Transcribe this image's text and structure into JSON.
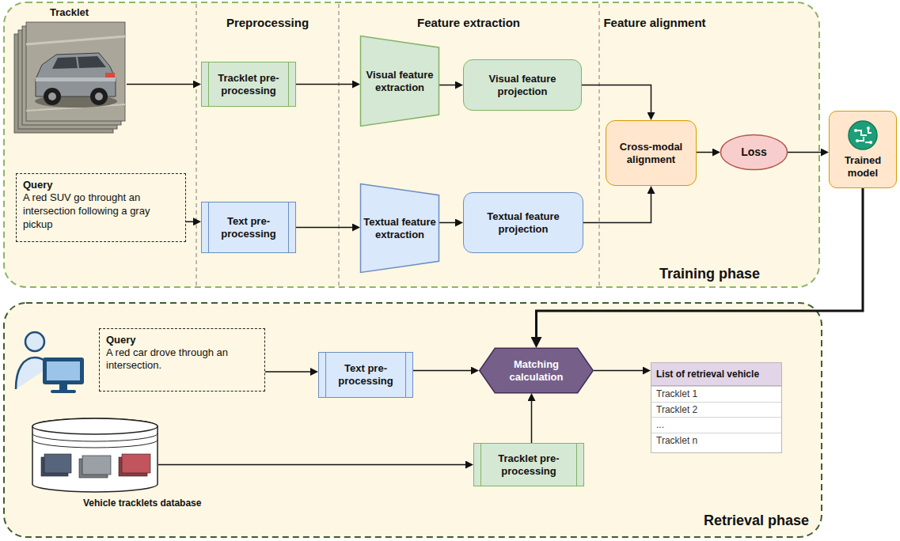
{
  "diagram": {
    "nodes": [
      {
        "text": [
          "Training phase"
        ]
      },
      {
        "text": [
          "Tracklet"
        ],
        "in": 0
      },
      {
        "text": [
          "Tracklet pre-processing"
        ],
        "in": 0
      },
      {
        "text": [
          "Visual feature extraction"
        ],
        "in": 0
      },
      {
        "text": [
          "Visual feature projection"
        ],
        "in": 0
      },
      {
        "text": [
          "Query",
          "A red SUV go throught an intersection following a gray pickup"
        ],
        "in": 0
      },
      {
        "text": [
          "Text pre-processing"
        ],
        "in": 0
      },
      {
        "text": [
          "Textual feature extraction"
        ],
        "in": 0
      },
      {
        "text": [
          "Textual feature projection"
        ],
        "in": 0
      },
      {
        "text": [
          "Cross-modal alignment"
        ],
        "in": 0
      },
      {
        "text": [
          "Loss"
        ],
        "in": 0
      },
      {
        "text": [
          "Trained model"
        ]
      },
      {
        "text": [
          "Retrieval phase"
        ]
      },
      {
        "text": [
          "Query",
          "A red car drove through an intersection."
        ],
        "in": 12
      },
      {
        "text": [
          "Text pre-processing"
        ],
        "in": 12
      },
      {
        "text": [
          "Matching calculation"
        ],
        "in": 12
      },
      {
        "text": [
          "List of retrieval vehicle",
          "Tracklet 1",
          "Tracklet 2",
          "...",
          "Tracklet n"
        ],
        "in": 12
      },
      {
        "text": [
          "Vehicle tracklets database"
        ],
        "in": 12
      },
      {
        "text": [
          "Tracklet pre-processing"
        ],
        "in": 12
      }
    ],
    "edges": [
      {
        "from": 1,
        "to": 2,
        "arrow": "to"
      },
      {
        "from": 2,
        "to": 3,
        "arrow": "to"
      },
      {
        "from": 3,
        "to": 4,
        "arrow": "to"
      },
      {
        "from": 4,
        "to": 9,
        "arrow": "to"
      },
      {
        "from": 5,
        "to": 6,
        "arrow": "to"
      },
      {
        "from": 6,
        "to": 7,
        "arrow": "to"
      },
      {
        "from": 7,
        "to": 8,
        "arrow": "to"
      },
      {
        "from": 8,
        "to": 9,
        "arrow": "to"
      },
      {
        "from": 9,
        "to": 10,
        "arrow": "to"
      },
      {
        "from": 10,
        "to": 11,
        "arrow": "to"
      },
      {
        "from": 11,
        "to": 15,
        "arrow": "to"
      },
      {
        "from": 13,
        "to": 14,
        "arrow": "to"
      },
      {
        "from": 14,
        "to": 15,
        "arrow": "to"
      },
      {
        "from": 15,
        "to": 16,
        "arrow": "to"
      },
      {
        "from": 17,
        "to": 18,
        "arrow": "to"
      },
      {
        "from": 18,
        "to": 15,
        "arrow": "to"
      }
    ],
    "labels": [
      "Preprocessing",
      "Feature extraction",
      "Feature alignment"
    ]
  }
}
